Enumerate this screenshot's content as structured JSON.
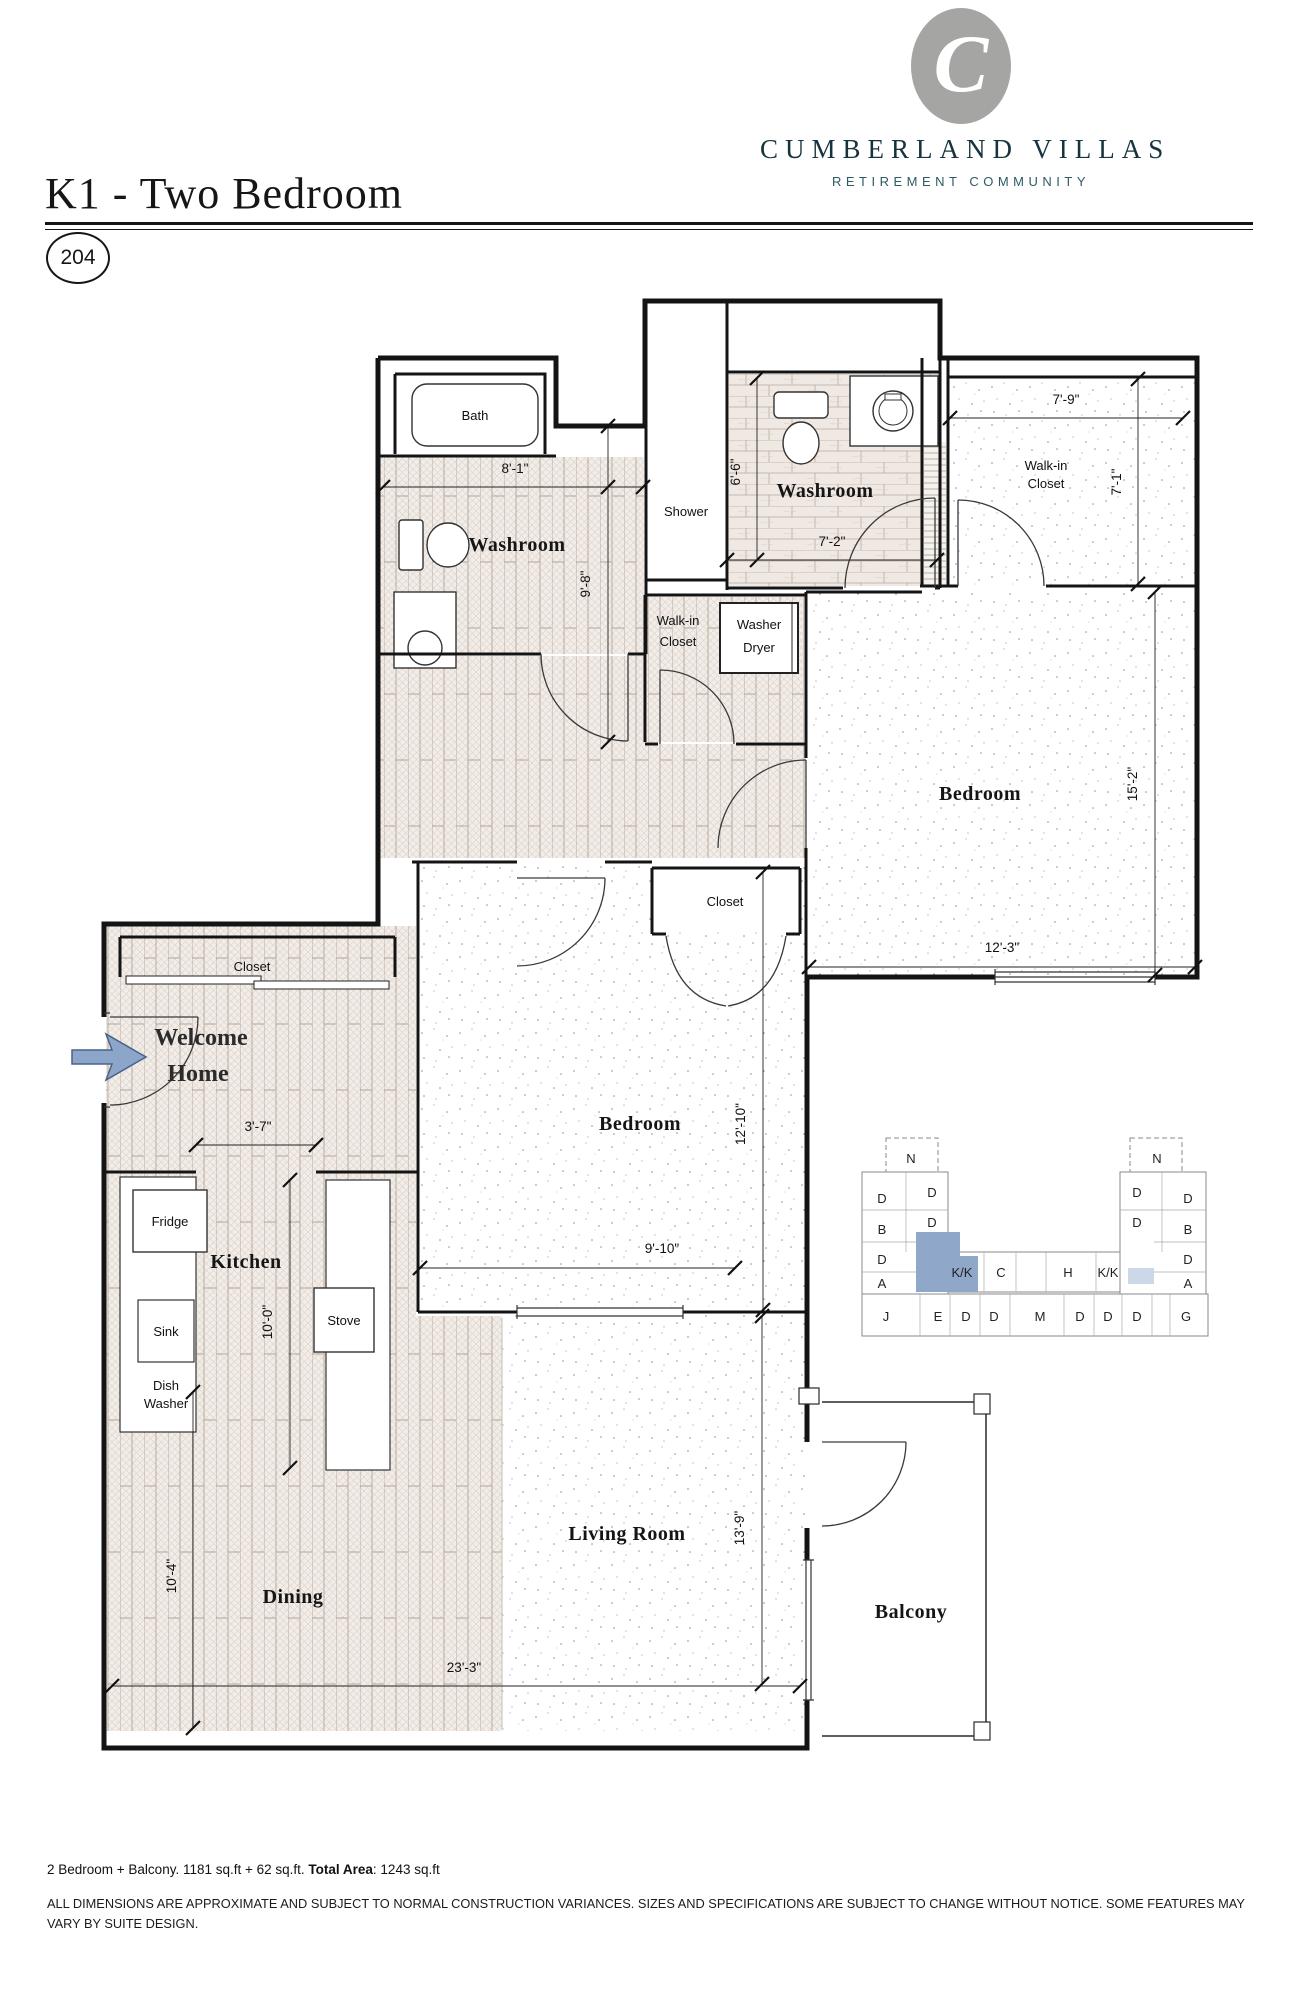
{
  "header": {
    "title": "K1 - Two Bedroom",
    "unit_number": "204"
  },
  "brand": {
    "monogram": "C",
    "name": "CUMBERLAND VILLAS",
    "tagline": "RETIREMENT COMMUNITY",
    "oval_color": "#a5a5a3",
    "name_color": "#16333e",
    "tagline_color": "#2d5b63"
  },
  "plan": {
    "rooms": {
      "bath": "Bath",
      "washroom_main": "Washroom",
      "shower": "Shower",
      "washroom_ensuite": "Washroom",
      "walk_in_line1": "Walk-in",
      "walk_in_line2": "Closet",
      "washer": "Washer",
      "dryer": "Dryer",
      "bedroom_primary": "Bedroom",
      "bedroom_second": "Bedroom",
      "closet_bedroom": "Closet",
      "closet_entry": "Closet",
      "welcome_line1": "Welcome",
      "welcome_line2": "Home",
      "kitchen": "Kitchen",
      "fridge": "Fridge",
      "sink": "Sink",
      "dish_line1": "Dish",
      "dish_line2": "Washer",
      "stove": "Stove",
      "dining": "Dining",
      "living_room": "Living Room",
      "balcony": "Balcony"
    },
    "dimensions": {
      "bath_width": "8'-1\"",
      "washroom_height": "9'-8\"",
      "ensuite_height": "6'-6\"",
      "ensuite_width": "7'-2\"",
      "wic_width": "7'-9\"",
      "wic_height": "7'-1\"",
      "bed1_height": "15'-2\"",
      "bed1_width": "12'-3\"",
      "bed2_height": "12'-10\"",
      "bed2_width": "9'-10\"",
      "entry_width": "3'-7\"",
      "kitchen_height": "10'-0\"",
      "dining_height": "10'-4\"",
      "living_height": "13'-9\"",
      "total_width": "23'-3\""
    },
    "arrow_color": "#8ba6c9"
  },
  "keyplan": {
    "highlight_color": "#8fa7c9",
    "units": [
      "N",
      "D",
      "D",
      "D",
      "B",
      "D",
      "A",
      "K/K",
      "C",
      "H",
      "K/K",
      "J",
      "E",
      "D",
      "D",
      "M",
      "D",
      "D",
      "D",
      "G",
      "N",
      "D",
      "D",
      "D",
      "B",
      "D",
      "A"
    ]
  },
  "footer": {
    "summary_text": "2 Bedroom + Balcony. 1181 sq.ft + 62 sq.ft. ",
    "summary_label": "Total Area",
    "summary_value": ": 1243 sq.ft",
    "disclaimer": "ALL DIMENSIONS ARE APPROXIMATE AND SUBJECT TO NORMAL CONSTRUCTION VARIANCES. SIZES AND SPECIFICATIONS ARE SUBJECT TO CHANGE WITHOUT NOTICE. SOME FEATURES MAY VARY BY SUITE DESIGN."
  }
}
